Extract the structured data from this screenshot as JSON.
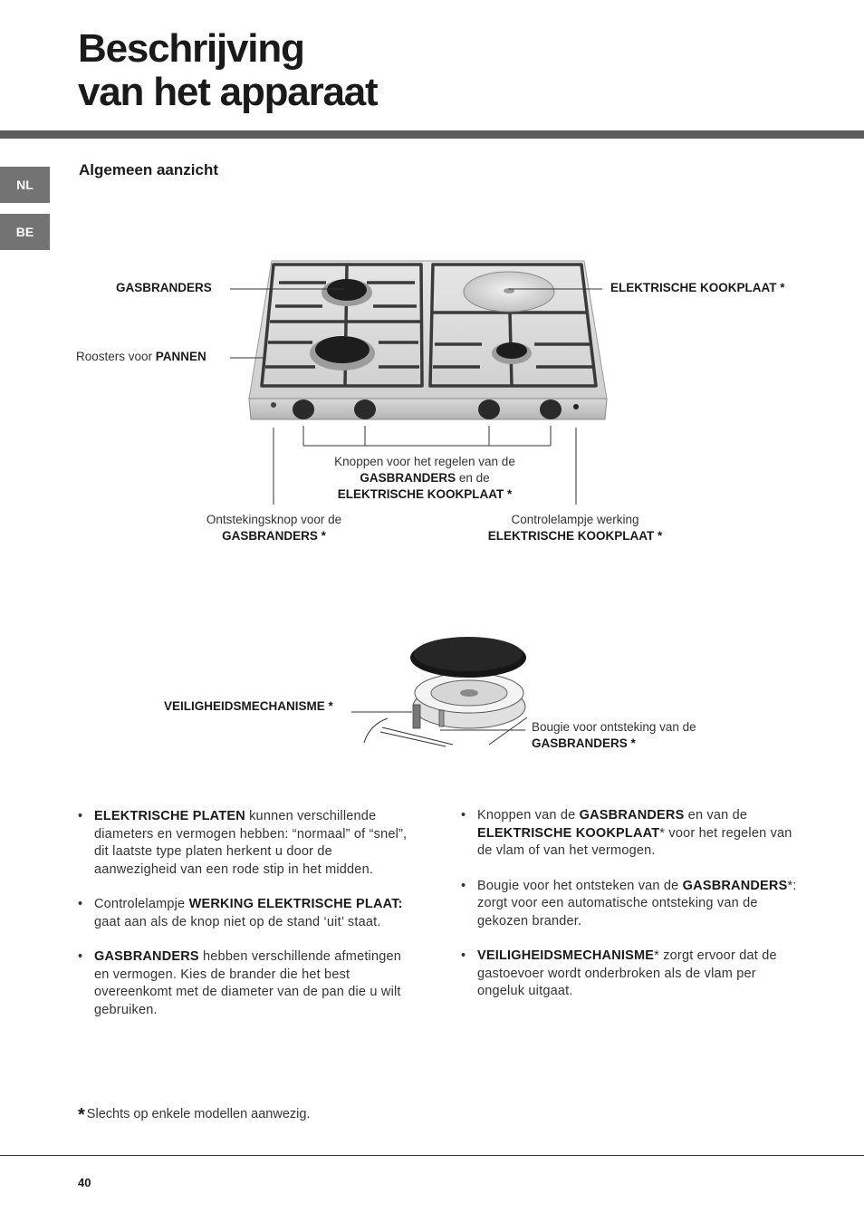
{
  "header": {
    "title_line1": "Beschrijving",
    "title_line2": "van het apparaat"
  },
  "languages": [
    "NL",
    "BE"
  ],
  "section_title": "Algemeen aanzicht",
  "hob_labels": {
    "gasbranders": "GASBRANDERS",
    "roosters_prefix": "Roosters voor ",
    "roosters_bold": "PANNEN",
    "elektrische_kookplaat": "ELEKTRISCHE KOOKPLAAT *",
    "knoppen_line1": "Knoppen voor het regelen van de",
    "knoppen_bold1": "GASBRANDERS",
    "knoppen_mid": " en de",
    "knoppen_bold2": "ELEKTRISCHE KOOKPLAAT *",
    "ontsteking_line1": "Ontstekingsknop voor de",
    "ontsteking_bold": "GASBRANDERS *",
    "controle_line1": "Controlelampje werking",
    "controle_bold": "ELEKTRISCHE KOOKPLAAT *"
  },
  "burner_labels": {
    "veiligheid": "VEILIGHEIDSMECHANISME *",
    "bougie_line1": "Bougie voor ontsteking van de",
    "bougie_bold": "GASBRANDERS *"
  },
  "left_column": [
    {
      "bold": "ELEKTRISCHE PLATEN",
      "text": " kunnen verschillende diameters en vermogen hebben: “normaal” of “snel”, dit laatste type platen herkent u door de aanwezigheid van een rode stip in het midden."
    },
    {
      "pre": "Controlelampje ",
      "bold": "WERKING ELEKTRISCHE PLAAT:",
      "text": "  gaat aan als de knop niet op de stand ‘uit’ staat."
    },
    {
      "bold": "GASBRANDERS",
      "text": " hebben verschillende afmetingen en vermogen. Kies de brander die het best overeenkomt met de diameter van de pan die u wilt gebruiken."
    }
  ],
  "right_column": [
    {
      "pre": "Knoppen van de ",
      "bold": "GASBRANDERS",
      "mid": " en van de ",
      "bold2": "ELEKTRISCHE KOOKPLAAT",
      "text": "* voor het regelen van de vlam of van het vermogen."
    },
    {
      "pre": "Bougie voor het ontsteken van de ",
      "bold": "GASBRANDERS",
      "text": "*: zorgt voor een automatische ontsteking van de gekozen brander."
    },
    {
      "bold": "VEILIGHEIDSMECHANISME",
      "text": "* zorgt ervoor dat de gastoevoer wordt onderbroken als de vlam per ongeluk uitgaat."
    }
  ],
  "footnote": {
    "star": "*",
    "text": "Slechts op enkele modellen aanwezig."
  },
  "page_number": "40",
  "colors": {
    "rule": "#5c5c5c",
    "tab": "#737373",
    "text": "#222222"
  }
}
